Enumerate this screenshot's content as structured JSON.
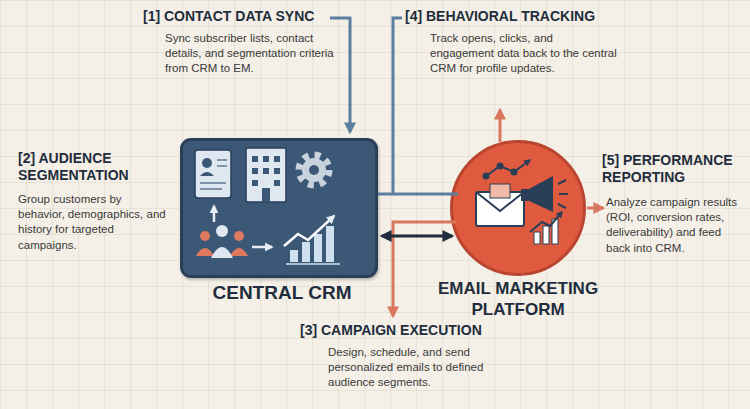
{
  "diagram": {
    "nodes": [
      {
        "text": [
          "CENTRAL CRM"
        ]
      },
      {
        "text": [
          "EMAIL MARKETING PLATFORM"
        ]
      }
    ],
    "edges": [
      {
        "from": 0,
        "to": 1,
        "arrow": "both"
      }
    ],
    "labels": [
      "[1] CONTACT DATA SYNC",
      "Sync subscriber lists, contact details, and segmentation criteria from CRM to EM.",
      "[2] AUDIENCE SEGMENTATION",
      "Group customers by behavior, demographics, and history for targeted campaigns.",
      "[3] CAMPAIGN EXECUTION",
      "Design, schedule, and send personalized emails to defined audience segments.",
      "[4] BEHAVIORAL TRACKING",
      "Track opens, clicks, and engagement data back to the central CRM for profile updates.",
      "[5] PERFORMANCE REPORTING",
      "Analyze campaign results (ROI, conversion rates, deliverability) and feed back into CRM."
    ]
  }
}
